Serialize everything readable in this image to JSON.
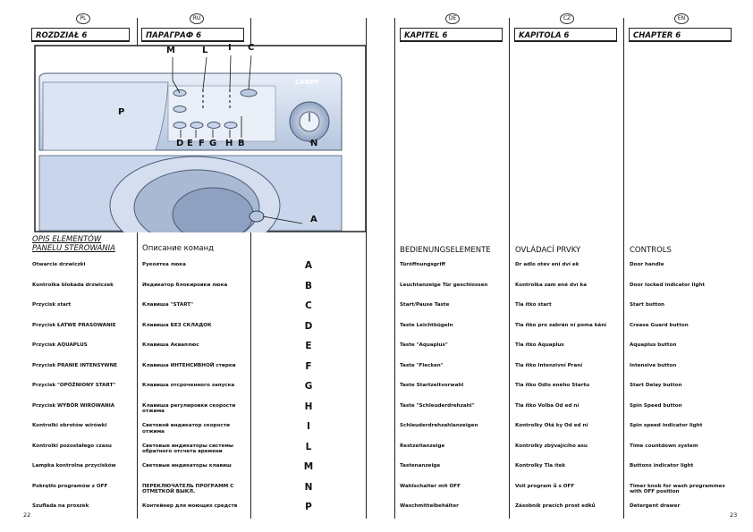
{
  "flags": [
    "PL",
    "RU",
    "DE",
    "CZ",
    "EN"
  ],
  "chapters": {
    "pl": "ROZDZIAŁ 6",
    "ru": "ПАРАГРАФ 6",
    "de": "KAPITEL 6",
    "cz": "KAPITOLA 6",
    "en": "CHAPTER 6"
  },
  "headers": {
    "pl": "OPIS ELEMENTÓW PANELU STEROWANIA",
    "ru": "Описание команд",
    "de": "BEDIENUNGSELEMENTE",
    "cz": "OVLÁDACÍ PRVKY",
    "en": "CONTROLS"
  },
  "brand": "CANDY",
  "diagram_callouts": {
    "top": [
      "M",
      "L",
      "I",
      "C"
    ],
    "bottom": [
      "D",
      "E",
      "F",
      "G",
      "H",
      "B"
    ],
    "p": "P",
    "n": "N",
    "a": "A"
  },
  "rows": [
    {
      "letter": "A",
      "pl": "Otwarcie drzwiczki",
      "ru": "Рукоятка люка",
      "de": "Türöffnungsgriff",
      "cz": "Dr adlo otev ení dví ek",
      "en": "Door handle"
    },
    {
      "letter": "B",
      "pl": "Kontrolka blokada drzwiczek",
      "ru": "Индикатор блокировки люка",
      "de": "Leuchtanzeige Tür geschlossen",
      "cz": "Kontrolka zam ené dví ka",
      "en": "Door locked indicator light"
    },
    {
      "letter": "C",
      "pl": "Przycisk start",
      "ru": "Клавиша \"START\"",
      "de": "Start/Pause Taste",
      "cz": "Tla ítko start",
      "en": "Start button"
    },
    {
      "letter": "D",
      "pl": "Przycisk ŁATWE PRASOWANIE",
      "ru": "Клавиша БЕЗ СКЛАДОК",
      "de": "Taste Leichtbügeln",
      "cz": "Tla ítko pro zabrán ní poma kání",
      "en": "Crease Guard button"
    },
    {
      "letter": "E",
      "pl": "Przycisk AQUAPLUS",
      "ru": "Клавиша Аквaплюс",
      "de": "Taste \"Aquaplus\"",
      "cz": "Tla ítko Aquaplus",
      "en": "Aquaplus button"
    },
    {
      "letter": "F",
      "pl": "Przycisk PRANIE INTENSYWNE",
      "ru": "Клавиша ИНТЕНСИВНОЙ стирки",
      "de": "Taste \"Flecken\"",
      "cz": "Tla ítko Intenzivní Praní",
      "en": "Intensive button"
    },
    {
      "letter": "G",
      "pl": "Przycisk \"OPÓŹNIONY START\"",
      "ru": "Клавиша отсроченного запуска",
      "de": "Taste Startzeitvorwahl",
      "cz": "Tla ítko Odlo eného Startu",
      "en": "Start Delay button"
    },
    {
      "letter": "H",
      "pl": "Przycisk WYBÓR WIROWANIA",
      "ru": "Клавиша регулировки скорости отжима",
      "de": "Taste \"Schleuderdrehzahl\"",
      "cz": "Tla ítko Volba Od ed ní",
      "en": "Spin Speed button"
    },
    {
      "letter": "I",
      "pl": "Kontrolki obrotów wirówki",
      "ru": "Световой индикатор скорости отжима",
      "de": "Schleuderdrehzahlanzeigen",
      "cz": "Kontrolky Otá ky Od ed ní",
      "en": "Spin speed indicator light"
    },
    {
      "letter": "L",
      "pl": "Kontrolki pozostałego czasu",
      "ru": "Световые индикаторы системы обратного отсчета времени",
      "de": "Restzeitanzeige",
      "cz": "Kontrolky zbývajícího asu",
      "en": "Time countdown system"
    },
    {
      "letter": "M",
      "pl": "Lampka kontrolna przycisków",
      "ru": "Световые индикаторы клавиш",
      "de": "Tastenanzeige",
      "cz": "Kontrolky Tla ítek",
      "en": "Buttons indicator light"
    },
    {
      "letter": "N",
      "pl": "Pokrętło programów z OFF",
      "ru": "ПЕРЕКЛЮЧАТЕЛЬ ПРОГРАММ С ОТМЕТКОЙ ВЫКЛ.",
      "de": "Wahlschalter mit OFF",
      "cz": "Voli  program ů s OFF",
      "en": "Timer knob for wash programmes with OFF position"
    },
    {
      "letter": "P",
      "pl": "Szuflada na proszek",
      "ru": "Контейнер для моющих средств",
      "de": "Waschmittelbehälter",
      "cz": "Zásobník pracích prost edků",
      "en": "Detergent drawer"
    }
  ],
  "page_numbers": {
    "left": "22",
    "right": "23"
  }
}
